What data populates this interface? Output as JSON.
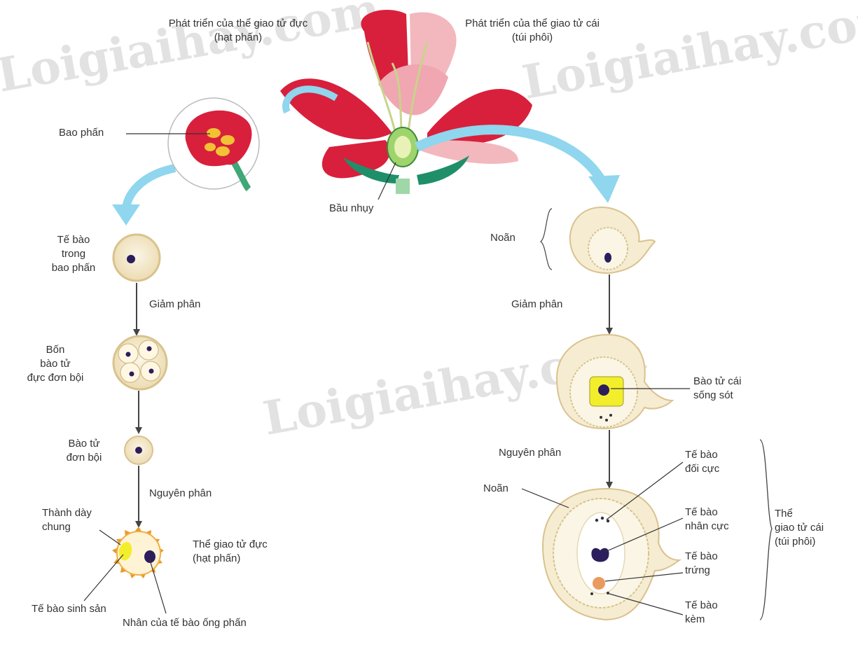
{
  "watermark": "Loigiaihay.com",
  "colors": {
    "petal": "#d8203c",
    "petal_light": "#f2b8be",
    "arrow": "#8fd6ee",
    "cell_fill": "#f6ecd2",
    "cell_ring": "#d9c28e",
    "nucleus": "#2c1d5c",
    "yellow": "#f2ee2c",
    "pollen_wall": "#ea9a2c",
    "stem": "#3ea877"
  },
  "header": {
    "male_title": "Phát triển của thể giao tử đực\n(hạt phấn)",
    "female_title": "Phát triển của thể giao tử cái\n(túi phôi)"
  },
  "flower": {
    "ovary_label": "Bầu nhụy",
    "anther_label": "Bao phấn"
  },
  "male": {
    "cell_label": "Tế bào\ntrong\nbao phấn",
    "meiosis_label": "Giảm phân",
    "four_spores_label": "Bốn\nbào tử\nđực đơn bội",
    "spore_label": "Bào tử\nđơn bội",
    "mitosis_label": "Nguyên phân",
    "wall_label": "Thành dày\nchung",
    "gametophyte_label": "Thể giao tử đực\n(hạt phấn)",
    "generative_label": "Tế bào sinh sản",
    "tube_nucleus_label": "Nhân của tế bào ống phấn"
  },
  "female": {
    "ovule_label_top": "Noãn",
    "meiosis_label": "Giảm phân",
    "surviving_label": "Bào tử cái\nsống sót",
    "mitosis_label": "Nguyên phân",
    "ovule_label_bottom": "Noãn",
    "antipodal_label": "Tế bào\nđối cực",
    "polar_label": "Tế bào\nnhân cực",
    "egg_label": "Tế bào\ntrứng",
    "synergid_label": "Tế bào\nkèm",
    "gametophyte_label": "Thể\ngiao tử cái\n(túi phôi)"
  }
}
